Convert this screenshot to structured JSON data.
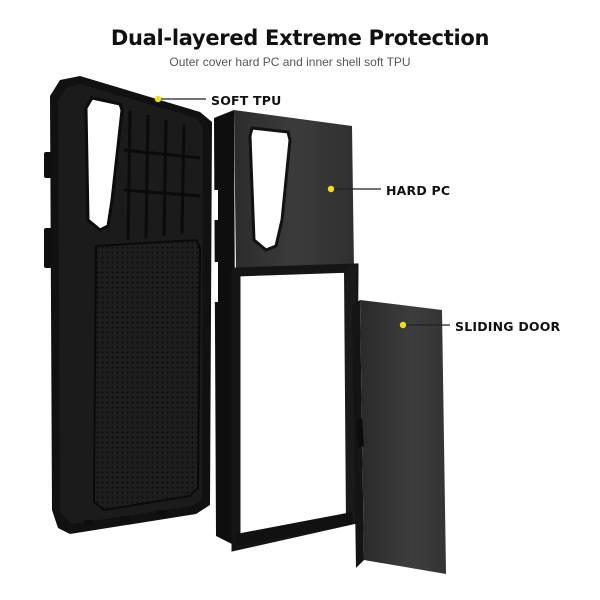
{
  "header": {
    "title": "Dual-layered Extreme Protection",
    "subtitle": "Outer cover hard PC  and inner shell soft TPU"
  },
  "callouts": {
    "soft_tpu": "SOFT TPU",
    "hard_pc": "HARD PC",
    "sliding_door": "SLIDING DOOR"
  },
  "colors": {
    "case_black": "#141414",
    "shell_gray": "#3a3a3a",
    "callout_dot": "#f2e200"
  }
}
